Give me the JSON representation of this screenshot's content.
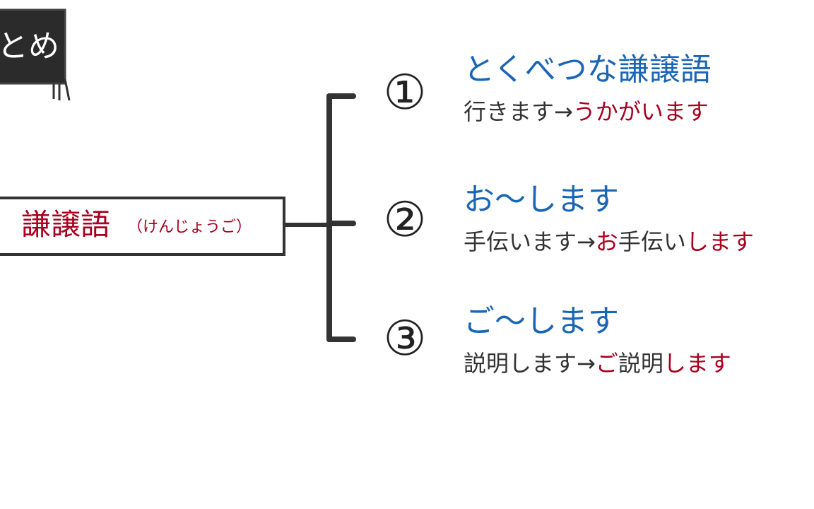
{
  "sign": {
    "label": "とめ"
  },
  "root": {
    "label": "謙譲語",
    "reading": "（けんじょうご）"
  },
  "branches": [
    {
      "number": "①",
      "title": "とくべつな謙譲語",
      "example": {
        "before": "行きます→",
        "after_parts": [
          {
            "text": "うかがいます",
            "highlight": true
          }
        ]
      }
    },
    {
      "number": "②",
      "title": "お～します",
      "example": {
        "before": "手伝います→",
        "after_parts": [
          {
            "text": "お",
            "highlight": true
          },
          {
            "text": "手伝い",
            "highlight": false
          },
          {
            "text": "します",
            "highlight": true
          }
        ]
      }
    },
    {
      "number": "③",
      "title": "ご～します",
      "example": {
        "before": "説明します→",
        "after_parts": [
          {
            "text": "ご",
            "highlight": true
          },
          {
            "text": "説明",
            "highlight": false
          },
          {
            "text": "します",
            "highlight": true
          }
        ]
      }
    }
  ],
  "colors": {
    "title_blue": "#1a66b5",
    "highlight_red": "#a8001e",
    "text_dark": "#333333",
    "line": "#333333",
    "chalkboard": "#2b2b2b"
  }
}
